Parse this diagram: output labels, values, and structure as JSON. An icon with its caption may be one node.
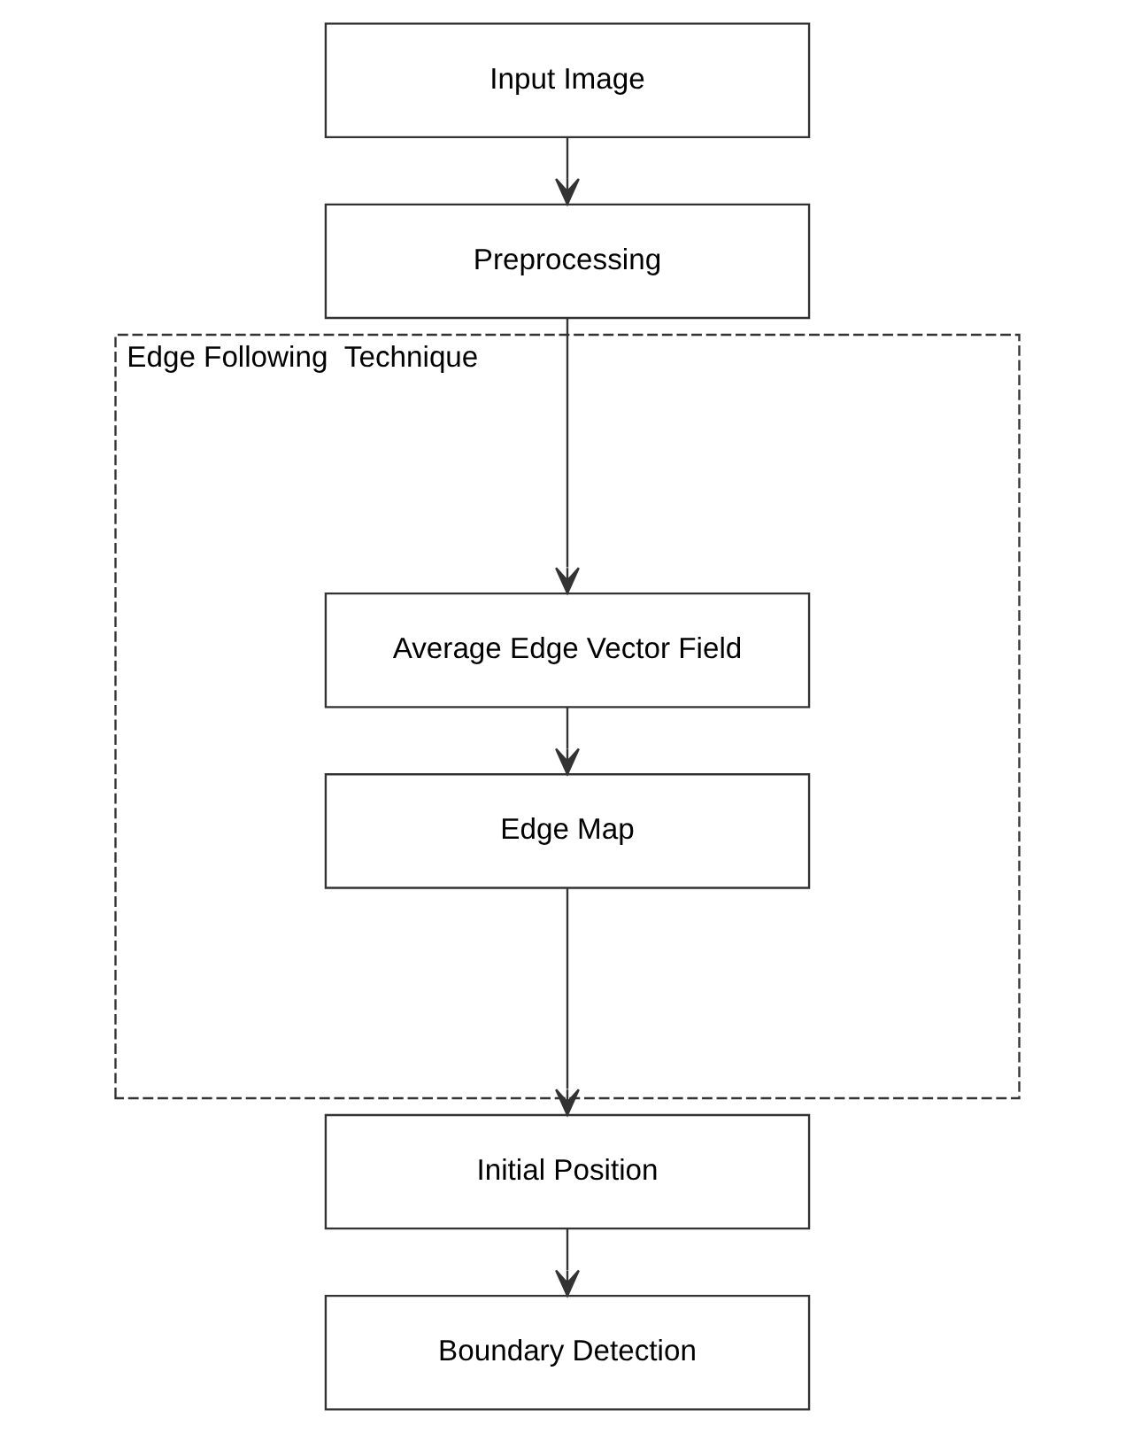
{
  "diagram": {
    "nodes": [
      {
        "text": [
          "Input Image"
        ]
      },
      {
        "text": [
          "Preprocessing"
        ]
      },
      {
        "text": [
          "Edge Following  Technique"
        ]
      },
      {
        "text": [
          "Average Edge Vector Field"
        ],
        "in": 2
      },
      {
        "text": [
          "Edge Map"
        ],
        "in": 2
      },
      {
        "text": [
          "Initial Position"
        ]
      },
      {
        "text": [
          "Boundary Detection"
        ]
      }
    ],
    "edges": [
      {
        "from": 0,
        "to": 1,
        "arrow": "to"
      },
      {
        "from": 1,
        "to": 3,
        "arrow": "to"
      },
      {
        "from": 3,
        "to": 4,
        "arrow": "to"
      },
      {
        "from": 4,
        "to": 5,
        "arrow": "to"
      },
      {
        "from": 5,
        "to": 6,
        "arrow": "to"
      }
    ]
  }
}
